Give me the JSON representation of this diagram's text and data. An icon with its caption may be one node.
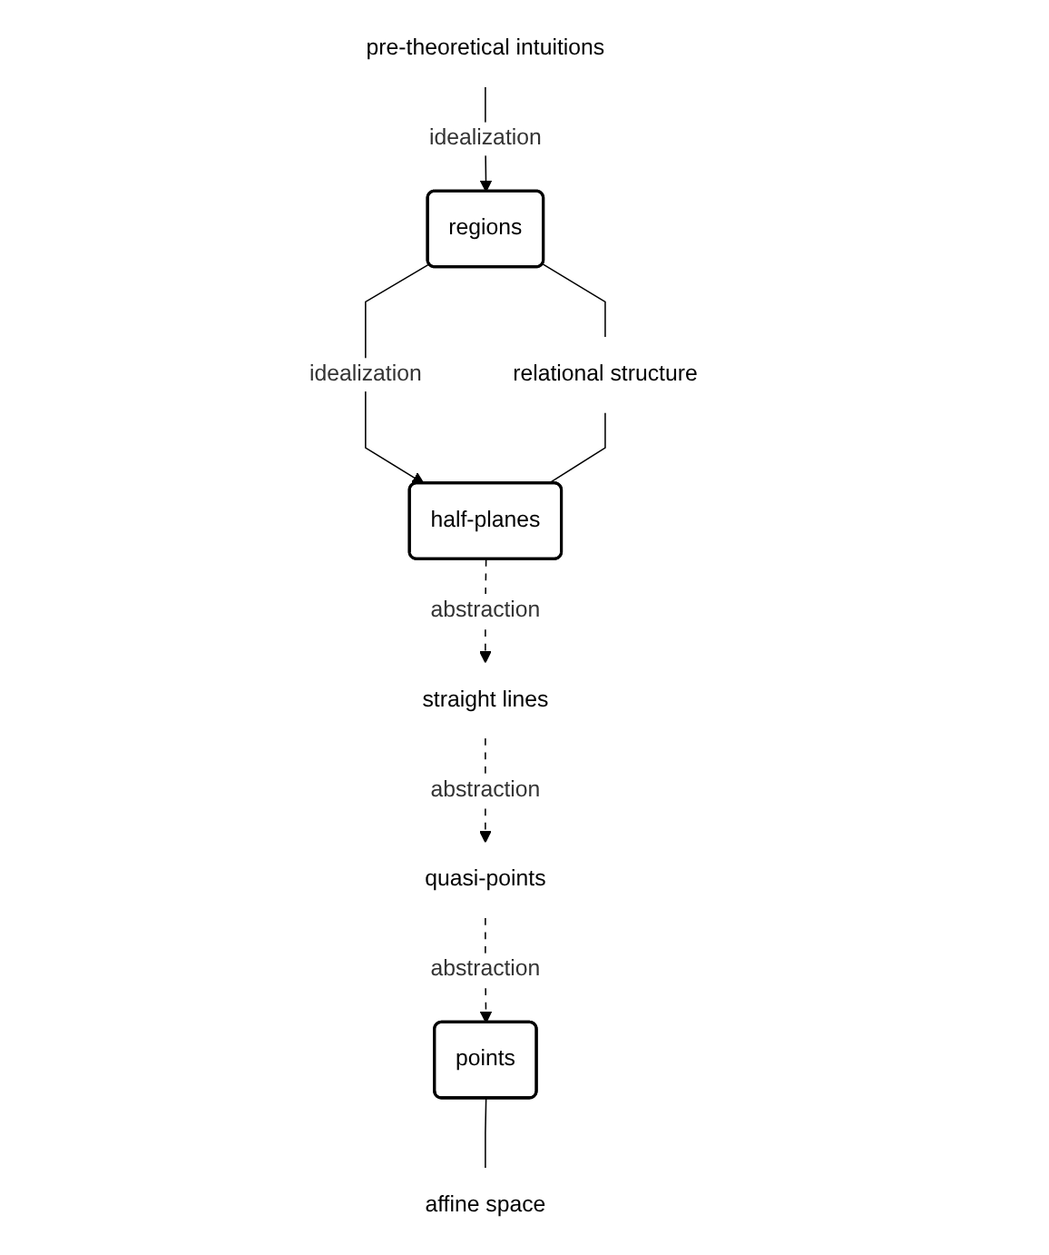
{
  "diagram": {
    "nodes": [
      {
        "text": [
          "pre-theoretical intuitions"
        ]
      },
      {
        "text": [
          "regions"
        ]
      },
      {
        "text": [
          "relational structure"
        ]
      },
      {
        "text": [
          "half-planes"
        ]
      },
      {
        "text": [
          "straight lines"
        ]
      },
      {
        "text": [
          "quasi-points"
        ]
      },
      {
        "text": [
          "points"
        ]
      },
      {
        "text": [
          "affine space"
        ]
      }
    ],
    "edges": [
      {
        "from": 0,
        "to": 1,
        "arrow": "to",
        "label": "idealization"
      },
      {
        "from": 1,
        "to": 2,
        "arrow": "none"
      },
      {
        "from": 1,
        "to": 3,
        "arrow": "to",
        "label": "idealization"
      },
      {
        "from": 2,
        "to": 3,
        "arrow": "none"
      },
      {
        "from": 3,
        "to": 4,
        "arrow": "to",
        "label": "abstraction",
        "style": "dashed"
      },
      {
        "from": 4,
        "to": 5,
        "arrow": "to",
        "label": "abstraction",
        "style": "dashed"
      },
      {
        "from": 5,
        "to": 6,
        "arrow": "to",
        "label": "abstraction",
        "style": "dashed"
      },
      {
        "from": 6,
        "to": 7,
        "arrow": "none"
      }
    ]
  }
}
